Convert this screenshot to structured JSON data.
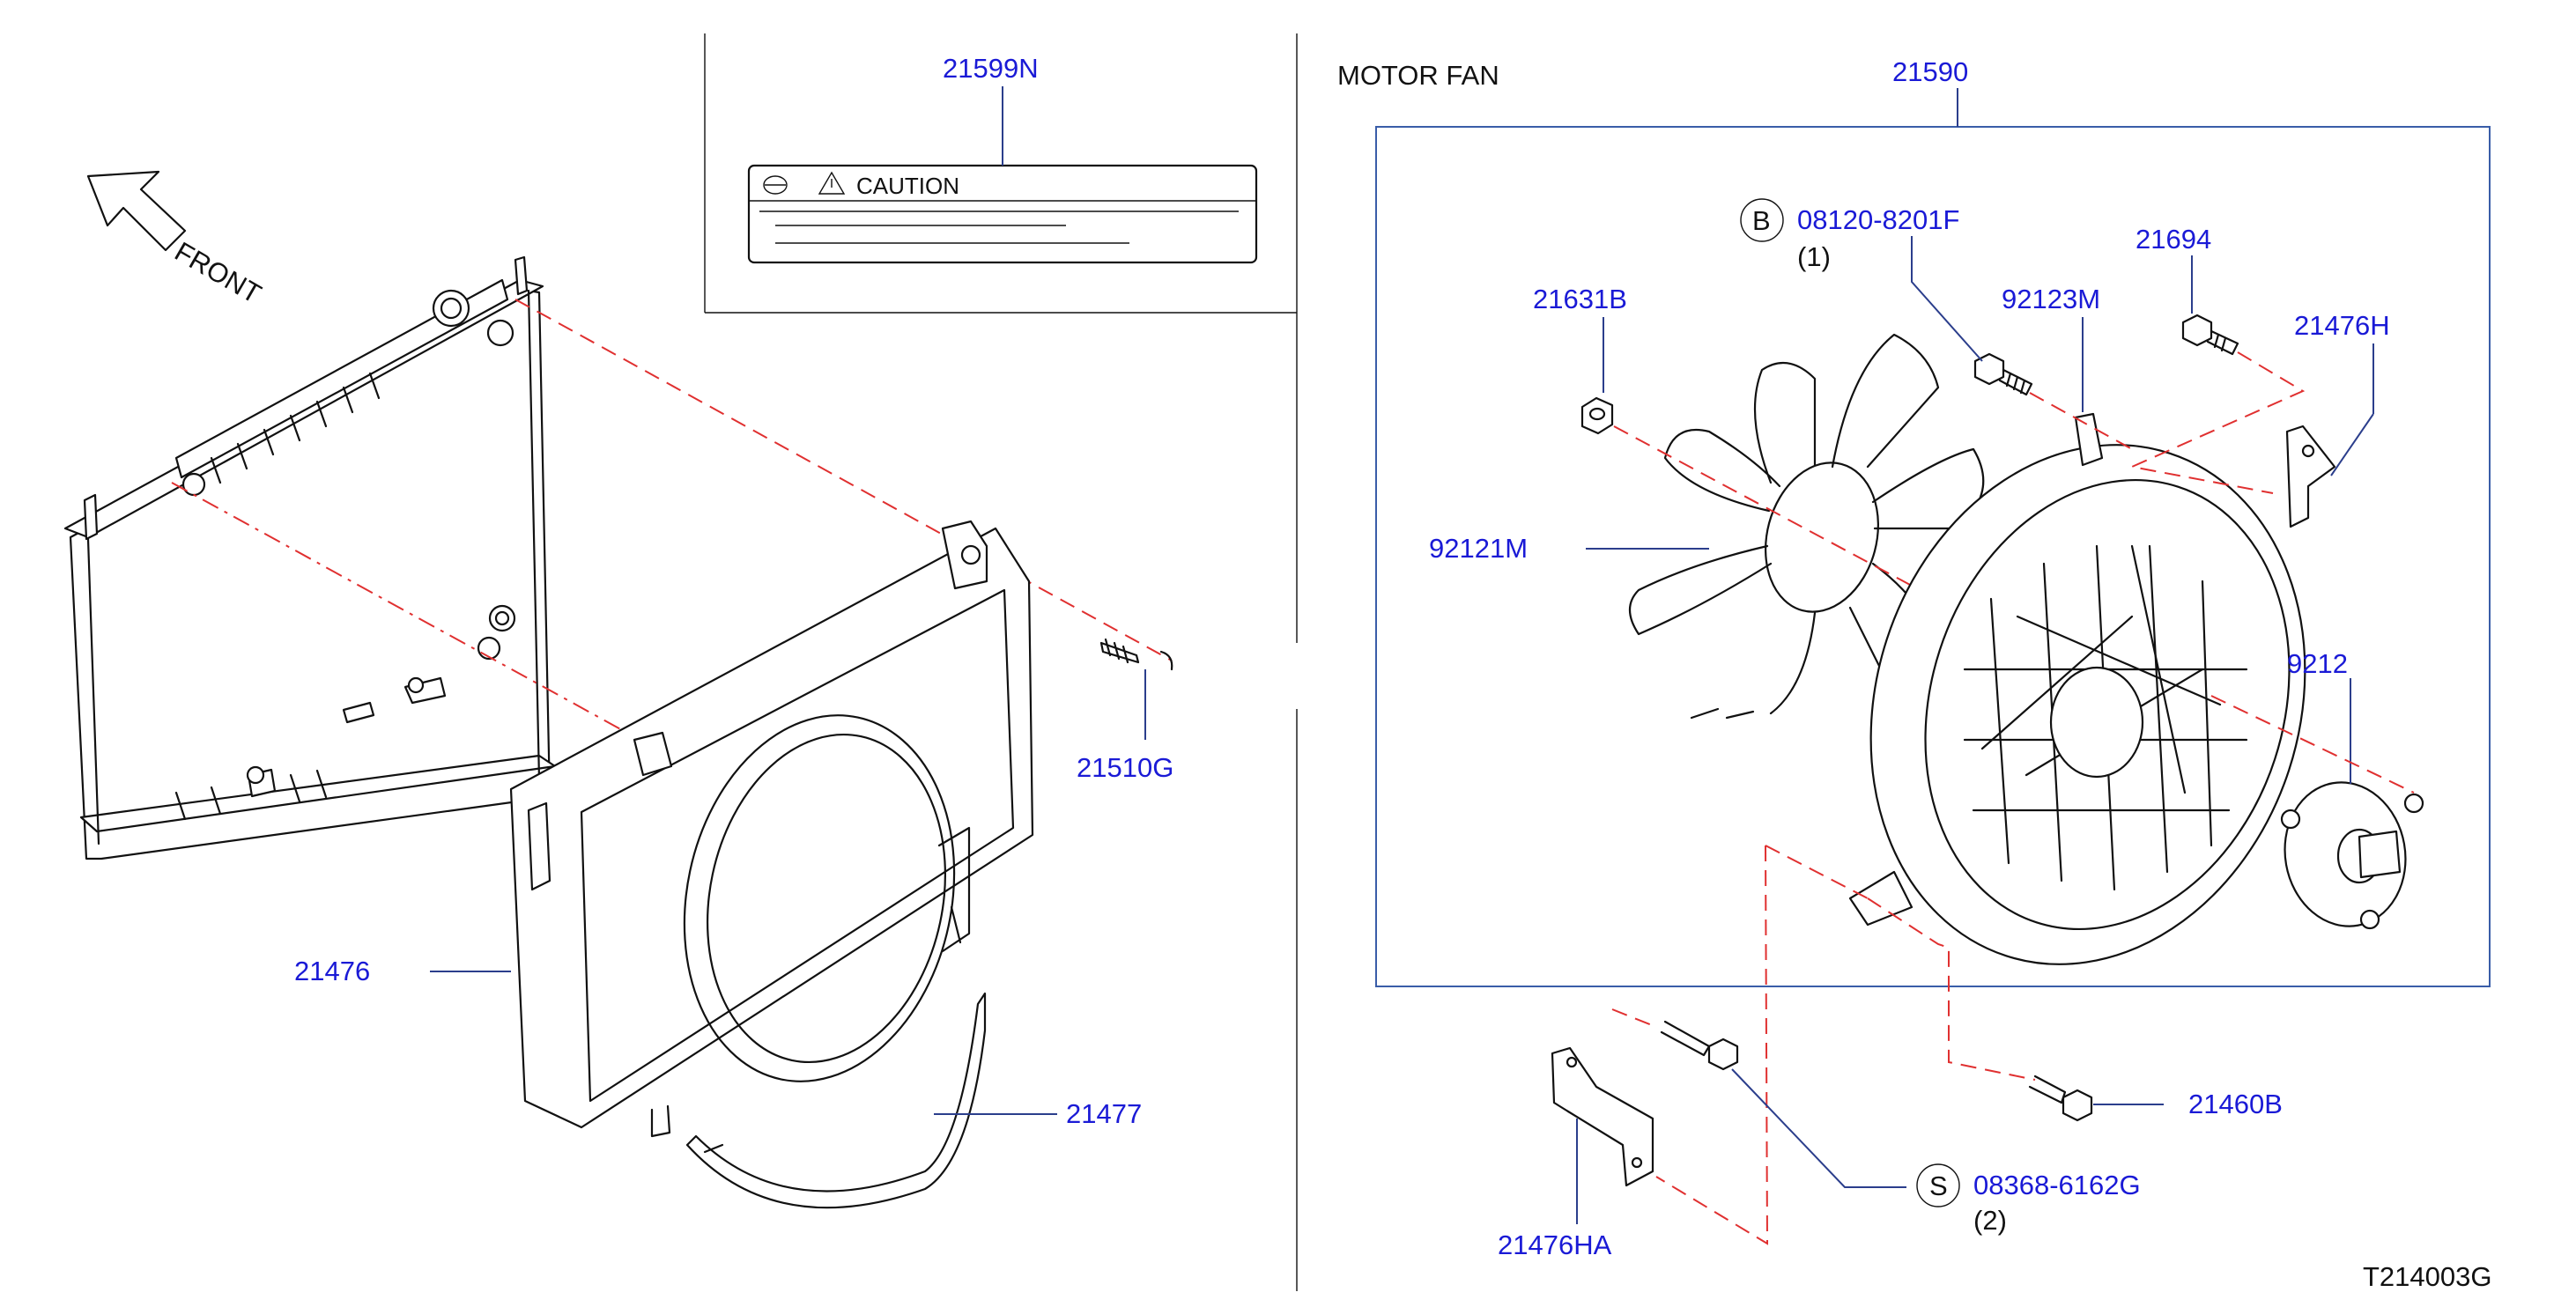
{
  "labels": {
    "front": "FRONT",
    "section_title": "MOTOR  FAN",
    "caution": "CAUTION",
    "drawing_code": "T214003G",
    "qty_1": "(1)",
    "qty_2": "(2)",
    "symbol_b": "B",
    "symbol_s": "S"
  },
  "parts": {
    "p21599N": "21599N",
    "p21590": "21590",
    "p21631B": "21631B",
    "p08120_8201F": "08120-8201F",
    "p21694": "21694",
    "p92123M": "92123M",
    "p21476H": "21476H",
    "p92121M": "92121M",
    "p9212x": "9212",
    "p21510G": "21510G",
    "p21476": "21476",
    "p21477": "21477",
    "p21460B": "21460B",
    "p08368_6162G": "08368-6162G",
    "p21476HA": "21476HA"
  },
  "colors": {
    "part_number": "#1a1ad6",
    "leader": "#2b3e8c",
    "dashed_guide": "#e03030",
    "frame_box": "#3a5da8"
  }
}
